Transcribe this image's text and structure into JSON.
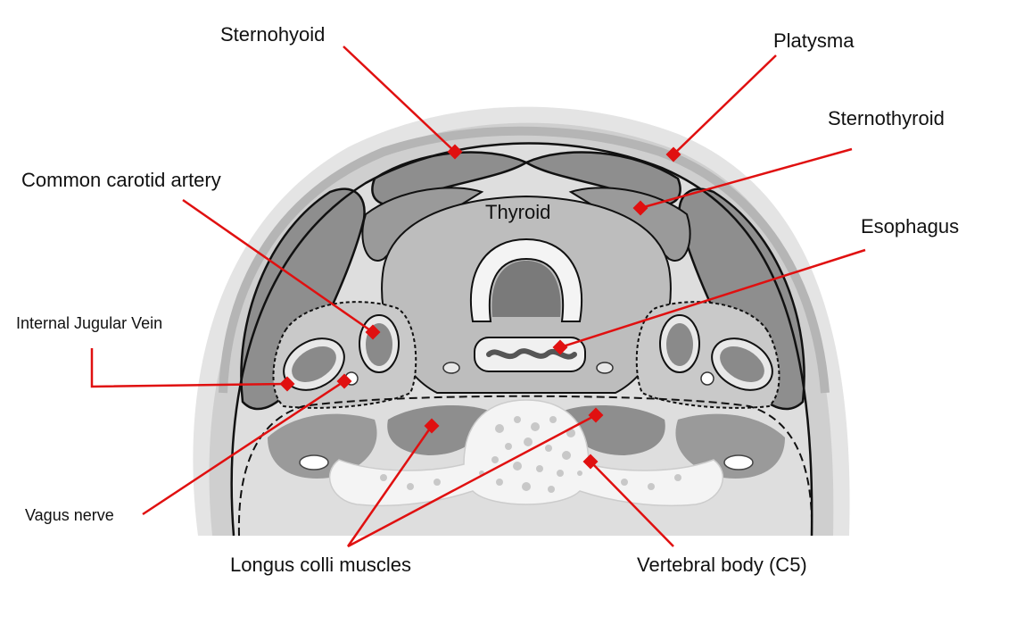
{
  "diagram": {
    "labels": {
      "sternohyoid": "Sternohyoid",
      "platysma": "Platysma",
      "sternothyroid": "Sternothyroid",
      "common_carotid": "Common carotid artery",
      "thyroid": "Thyroid",
      "esophagus": "Esophagus",
      "internal_jugular": "Internal Jugular Vein",
      "vagus": "Vagus nerve",
      "longus_colli": "Longus colli muscles",
      "vertebral_body": "Vertebral body (C5)"
    },
    "colors": {
      "leader": "#e01010",
      "muscle": "#8e8e8e",
      "tissue_light": "#d2d2d2",
      "tissue_mid": "#bdbdbd",
      "bone": "#f2f2f2",
      "outline": "#111111"
    }
  }
}
